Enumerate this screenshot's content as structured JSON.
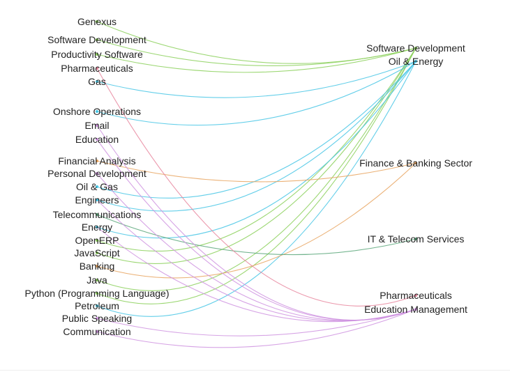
{
  "colors": {
    "software_development": "#8bd05a",
    "oil_energy": "#46c6e5",
    "finance_banking": "#e8a35e",
    "it_telecom": "#5aa77a",
    "pharmaceuticals": "#e8869d",
    "education_management": "#cf93e0"
  },
  "left_nodes": [
    {
      "id": "genexus",
      "label": "Genexus"
    },
    {
      "id": "software-development-skill",
      "label": "Software Development"
    },
    {
      "id": "productivity-software",
      "label": "Productivity Software"
    },
    {
      "id": "pharmaceuticals-skill",
      "label": "Pharmaceuticals"
    },
    {
      "id": "gas",
      "label": "Gas"
    },
    {
      "id": "onshore-operations",
      "label": "Onshore Operations"
    },
    {
      "id": "email",
      "label": "Email"
    },
    {
      "id": "education",
      "label": "Education"
    },
    {
      "id": "financial-analysis",
      "label": "Financial Analysis"
    },
    {
      "id": "personal-development",
      "label": "Personal Development"
    },
    {
      "id": "oil-gas",
      "label": "Oil & Gas"
    },
    {
      "id": "engineers",
      "label": "Engineers"
    },
    {
      "id": "telecommunications",
      "label": "Telecommunications"
    },
    {
      "id": "energy",
      "label": "Energy"
    },
    {
      "id": "openerp",
      "label": "OpenERP"
    },
    {
      "id": "javascript",
      "label": "JavaScript"
    },
    {
      "id": "banking",
      "label": "Banking"
    },
    {
      "id": "java",
      "label": "Java"
    },
    {
      "id": "python",
      "label": "Python (Programming Language)"
    },
    {
      "id": "petroleum",
      "label": "Petroleum"
    },
    {
      "id": "public-speaking",
      "label": "Public Speaking"
    },
    {
      "id": "communication",
      "label": "Communication"
    }
  ],
  "right_nodes": [
    {
      "id": "software-development",
      "label": "Software Development",
      "color_key": "software_development"
    },
    {
      "id": "oil-energy",
      "label": "Oil & Energy",
      "color_key": "oil_energy"
    },
    {
      "id": "finance-banking",
      "label": "Finance & Banking Sector",
      "color_key": "finance_banking"
    },
    {
      "id": "it-telecom",
      "label": "IT & Telecom Services",
      "color_key": "it_telecom"
    },
    {
      "id": "pharmaceuticals",
      "label": "Pharmaceuticals",
      "color_key": "pharmaceuticals"
    },
    {
      "id": "education-management",
      "label": "Education Management",
      "color_key": "education_management"
    }
  ],
  "edges": [
    [
      "genexus",
      "software-development"
    ],
    [
      "software-development-skill",
      "software-development"
    ],
    [
      "productivity-software",
      "software-development"
    ],
    [
      "javascript",
      "software-development"
    ],
    [
      "java",
      "software-development"
    ],
    [
      "python",
      "software-development"
    ],
    [
      "openerp",
      "software-development"
    ],
    [
      "gas",
      "oil-energy"
    ],
    [
      "onshore-operations",
      "oil-energy"
    ],
    [
      "oil-gas",
      "oil-energy"
    ],
    [
      "energy",
      "oil-energy"
    ],
    [
      "petroleum",
      "oil-energy"
    ],
    [
      "engineers",
      "oil-energy"
    ],
    [
      "financial-analysis",
      "finance-banking"
    ],
    [
      "banking",
      "finance-banking"
    ],
    [
      "telecommunications",
      "it-telecom"
    ],
    [
      "pharmaceuticals-skill",
      "pharmaceuticals"
    ],
    [
      "education",
      "education-management"
    ],
    [
      "personal-development",
      "education-management"
    ],
    [
      "public-speaking",
      "education-management"
    ],
    [
      "communication",
      "education-management"
    ],
    [
      "email",
      "education-management"
    ],
    [
      "engineers",
      "education-management"
    ],
    [
      "energy",
      "education-management"
    ]
  ]
}
